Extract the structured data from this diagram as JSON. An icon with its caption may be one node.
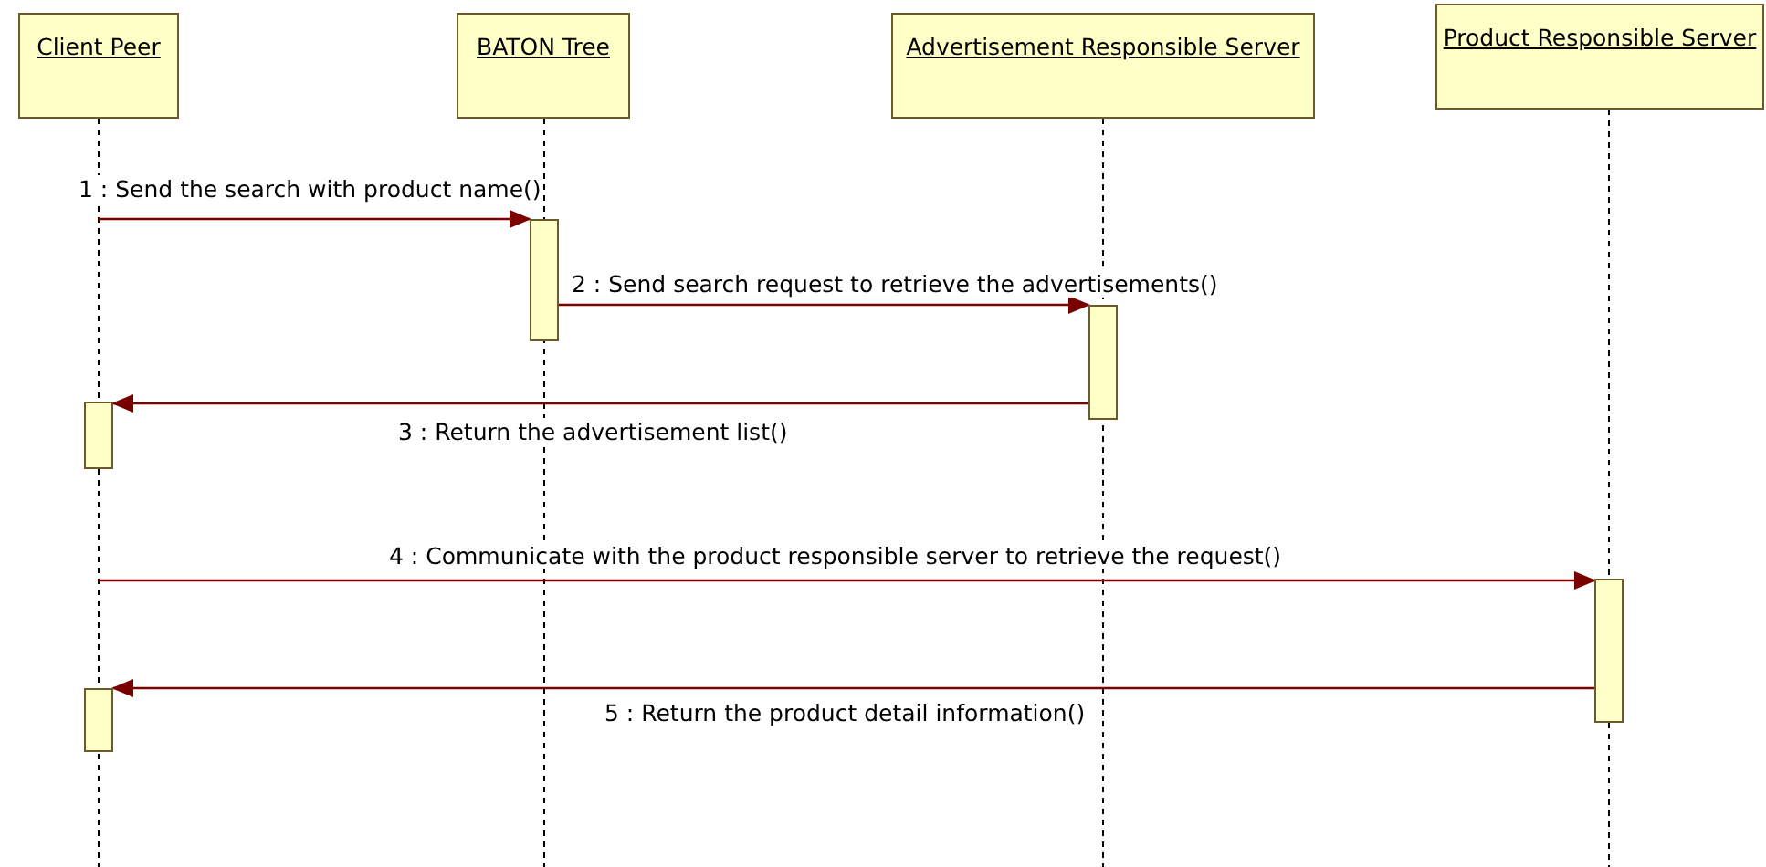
{
  "diagram": {
    "nodes": [
      {
        "text": [
          "Client Peer"
        ]
      },
      {
        "text": [
          "BATON Tree"
        ]
      },
      {
        "text": [
          "Advertisement Responsible Server"
        ]
      },
      {
        "text": [
          "Product Responsible Server"
        ]
      },
      {
        "text": [],
        "shape": "bar"
      },
      {
        "text": [],
        "shape": "bar"
      },
      {
        "text": [],
        "shape": "bar"
      },
      {
        "text": [],
        "shape": "bar"
      },
      {
        "text": [],
        "shape": "bar"
      }
    ],
    "edges": [
      {
        "from": null,
        "to": 4,
        "arrow": "to",
        "label": "1 : Send the search with product name()"
      },
      {
        "from": 4,
        "to": 5,
        "arrow": "to",
        "label": "2 : Send search request to retrieve the advertisements()"
      },
      {
        "from": 5,
        "to": 6,
        "arrow": "to",
        "label": "3 : Return the advertisement list()"
      },
      {
        "from": null,
        "to": 8,
        "arrow": "to",
        "label": "4 : Communicate with the product responsible server to retrieve the request()"
      },
      {
        "from": 8,
        "to": 7,
        "arrow": "to",
        "label": "5 : Return the product detail information()"
      }
    ]
  }
}
